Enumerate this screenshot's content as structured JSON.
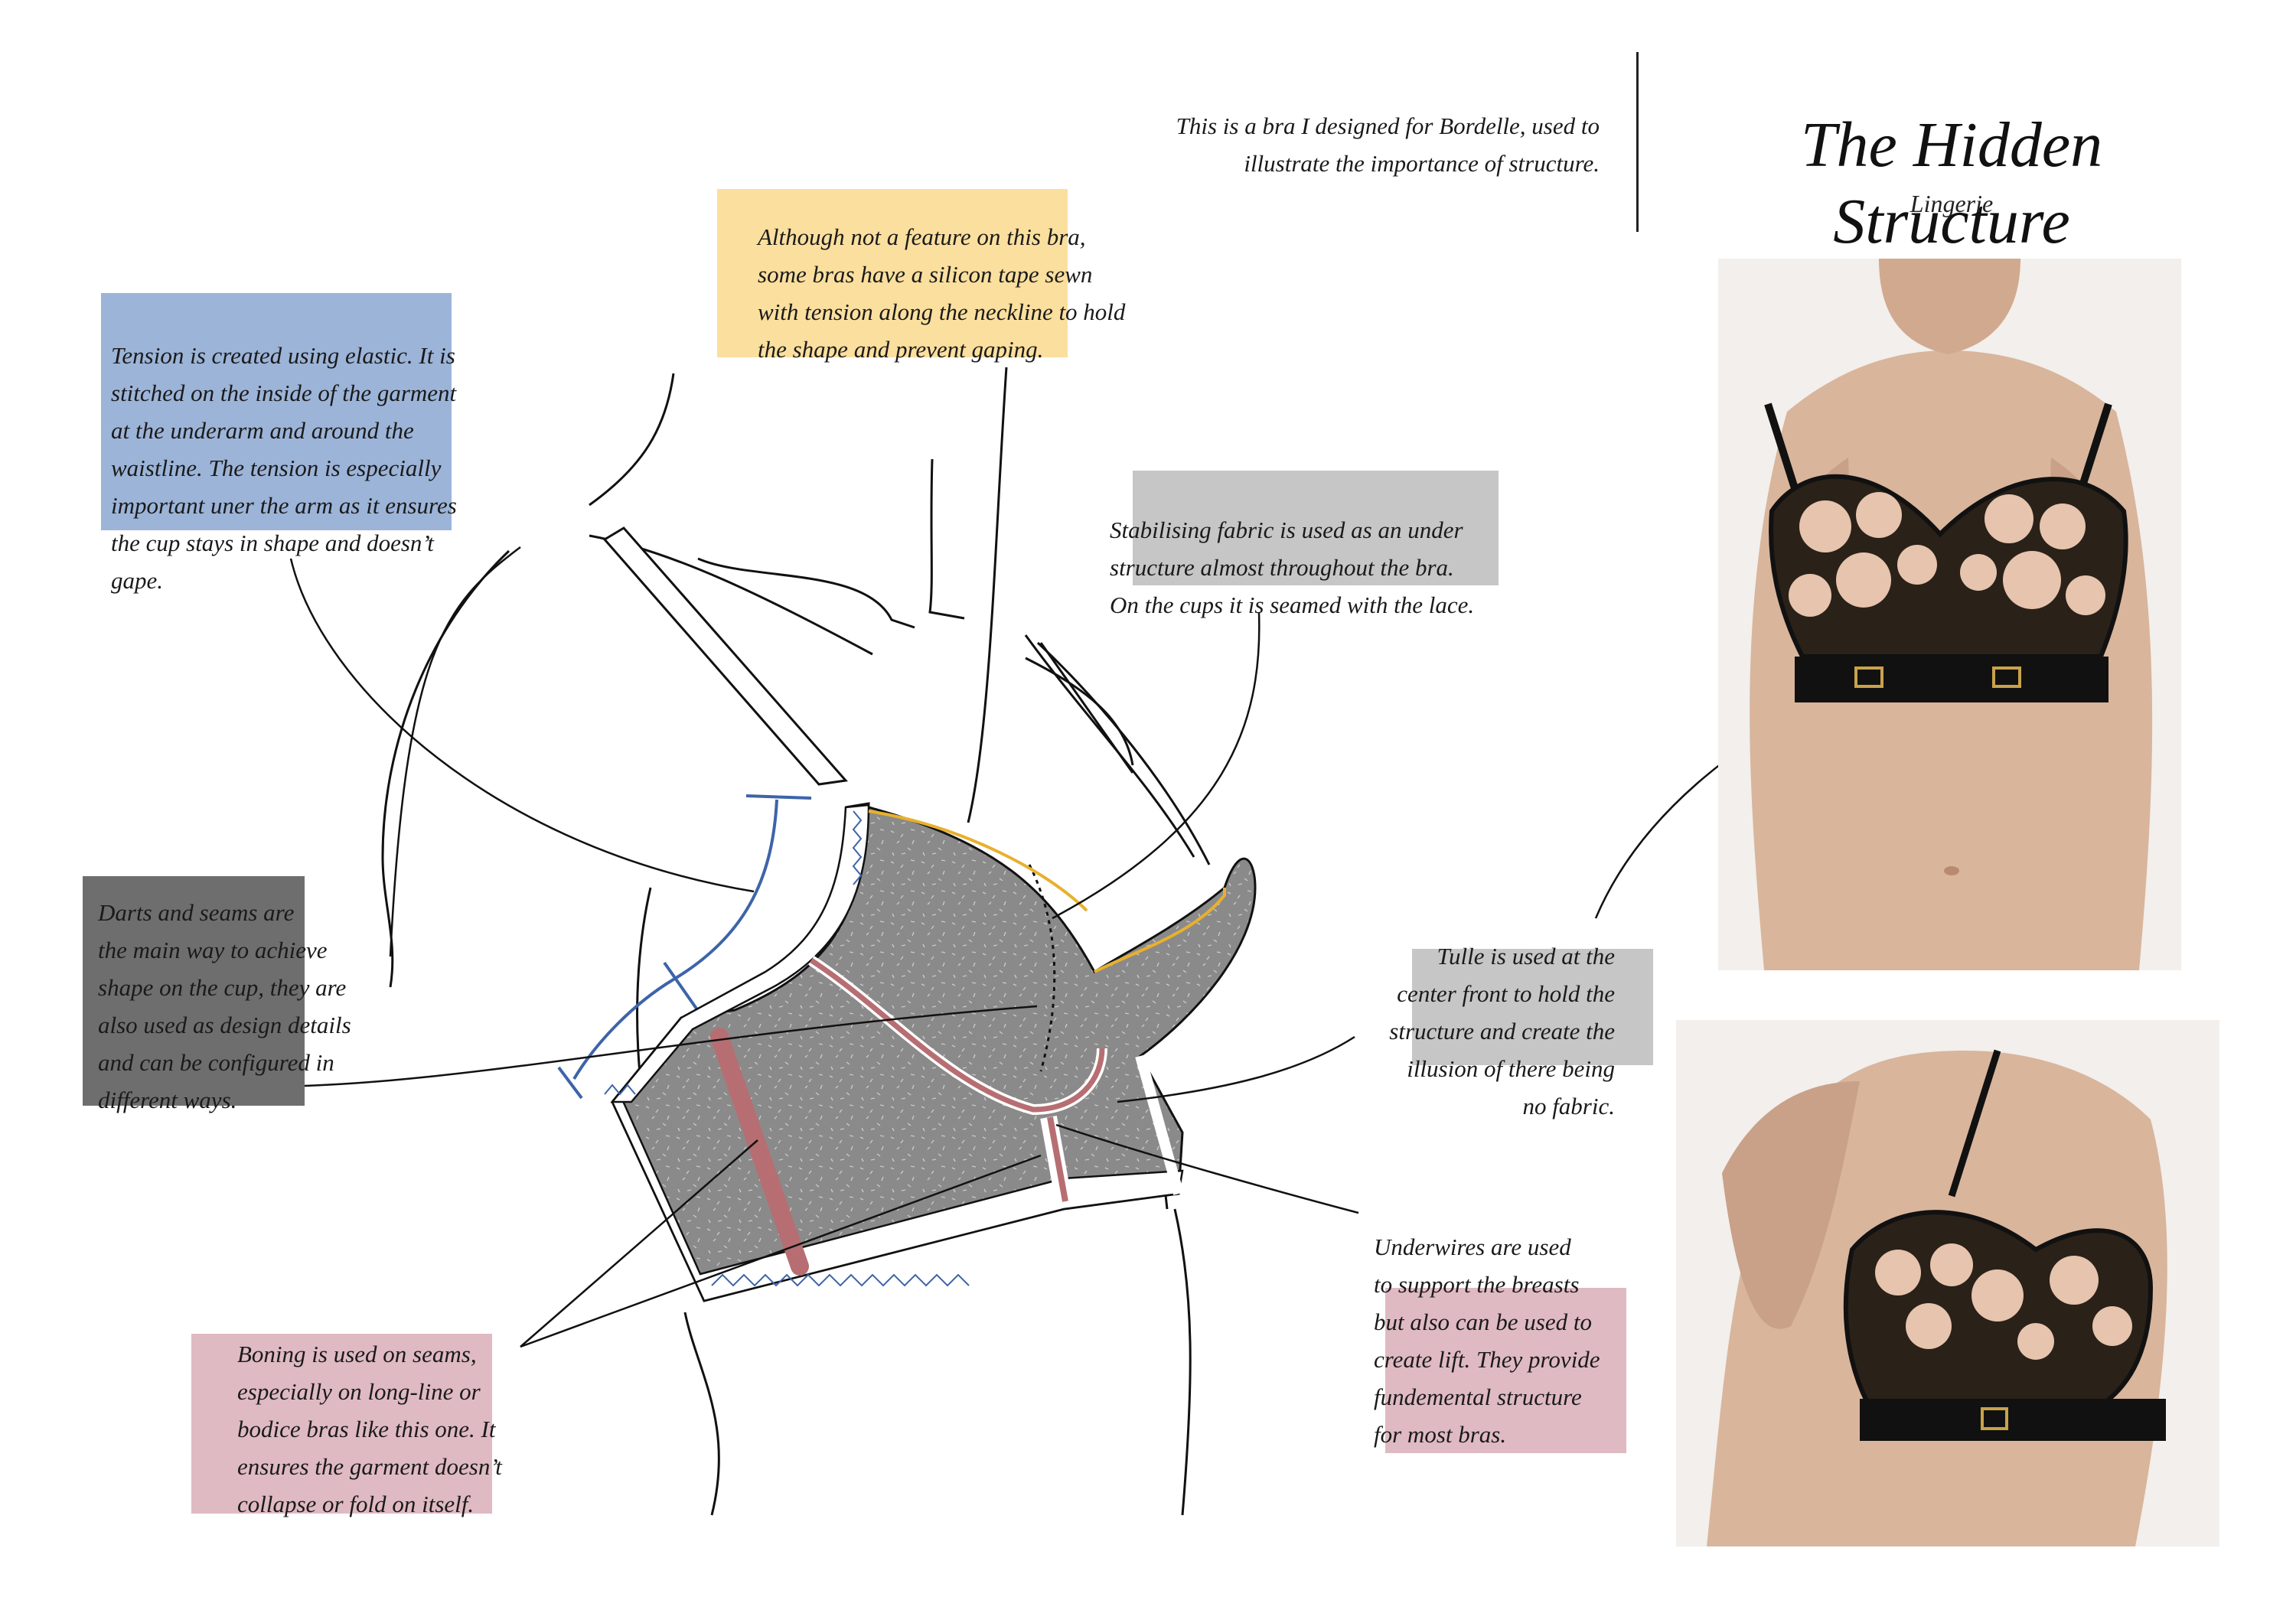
{
  "title": "The Hidden Structure",
  "subtitle": "Lingerie",
  "intro": [
    "This is a bra I designed for Bordelle, used to",
    "illustrate the importance of  structure."
  ],
  "colors": {
    "blue_box": "#9cb4d8",
    "yellow_box": "#fbdf9e",
    "light_gray_box": "#c6c6c6",
    "dark_gray_box": "#6e6e6e",
    "pink_box": "#dfbac3",
    "fabric": "#8a8a8a",
    "boning": "#b76e72",
    "silicone_tape": "#e8b02e",
    "elastic": "#3d64a8"
  },
  "notes": {
    "tension": [
      "Tension is created using elastic. It is",
      "stitched on the inside of  the garment",
      "at the underarm and around the",
      "waistline. The tension is especially",
      "important uner the arm as it ensures",
      "the cup stays in shape and doesn’t",
      "gape."
    ],
    "silicone": [
      "Although not a feature on this bra,",
      "some bras have a silicon tape sewn",
      "with tension along the neckline to hold",
      "the shape and prevent gaping."
    ],
    "stabilising": [
      "Stabilising fabric is used as an under",
      "structure almost throughout the bra.",
      "On the cups it is seamed with the lace."
    ],
    "darts": [
      "Darts and seams are",
      "the main way to achieve",
      "shape on the cup, they are",
      "also used as design details",
      "and can be configured in",
      "different ways."
    ],
    "tulle": [
      "Tulle is used at the",
      "center front to hold the",
      "structure and create the",
      "illusion of  there being",
      "no fabric."
    ],
    "underwires": [
      "Underwires are used",
      "to support the breasts",
      "but also can be used to",
      "create lift. They provide",
      "fundemental structure",
      "for most bras."
    ],
    "boning": [
      "Boning is used on seams,",
      "especially on long-line or",
      "bodice bras like this one. It",
      "ensures the garment doesn’t",
      "collapse or fold on itself."
    ]
  },
  "photos": {
    "front_icon": "photo-front-view",
    "side_icon": "photo-side-view"
  }
}
